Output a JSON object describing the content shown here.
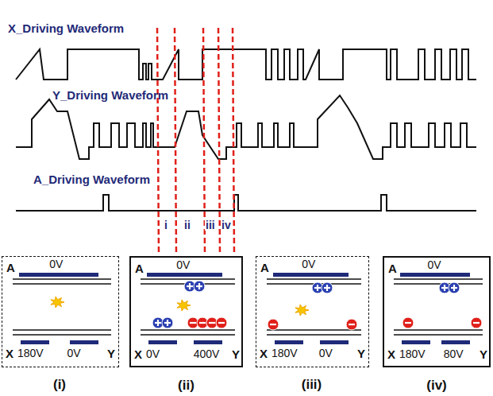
{
  "diagram": {
    "nodes": [
      {
        "text": [
          "A",
          "0V",
          "X",
          "180V",
          "0V",
          "Y",
          "(i)"
        ]
      },
      {
        "text": [
          "A",
          "0V",
          "X",
          "0V",
          "400V",
          "Y",
          "(ii)"
        ]
      },
      {
        "text": [
          "A",
          "0V",
          "X",
          "180V",
          "0V",
          "Y",
          "(iii)"
        ]
      },
      {
        "text": [
          "A",
          "0V",
          "X",
          "180V",
          "80V",
          "Y",
          "(iv)"
        ]
      }
    ],
    "labels": [
      "X_Driving Waveform",
      "Y_Driving Waveform",
      "A_Driving Waveform",
      "i",
      "ii",
      "iii",
      "iv"
    ]
  }
}
